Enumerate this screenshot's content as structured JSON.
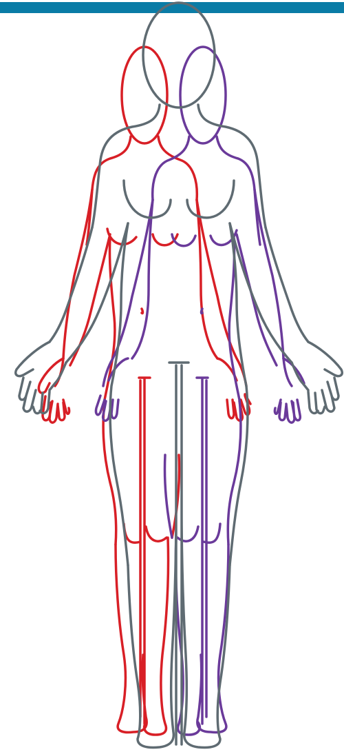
{
  "header": {
    "bar_color": "#0a7ca6"
  },
  "figures": [
    {
      "id": "red-figure",
      "color": "#d81f26",
      "icon": "body-outline-icon"
    },
    {
      "id": "purple-figure",
      "color": "#6a3a9a",
      "icon": "body-outline-icon"
    },
    {
      "id": "gray-figure",
      "color": "#5f6b72",
      "icon": "body-outline-icon"
    }
  ]
}
